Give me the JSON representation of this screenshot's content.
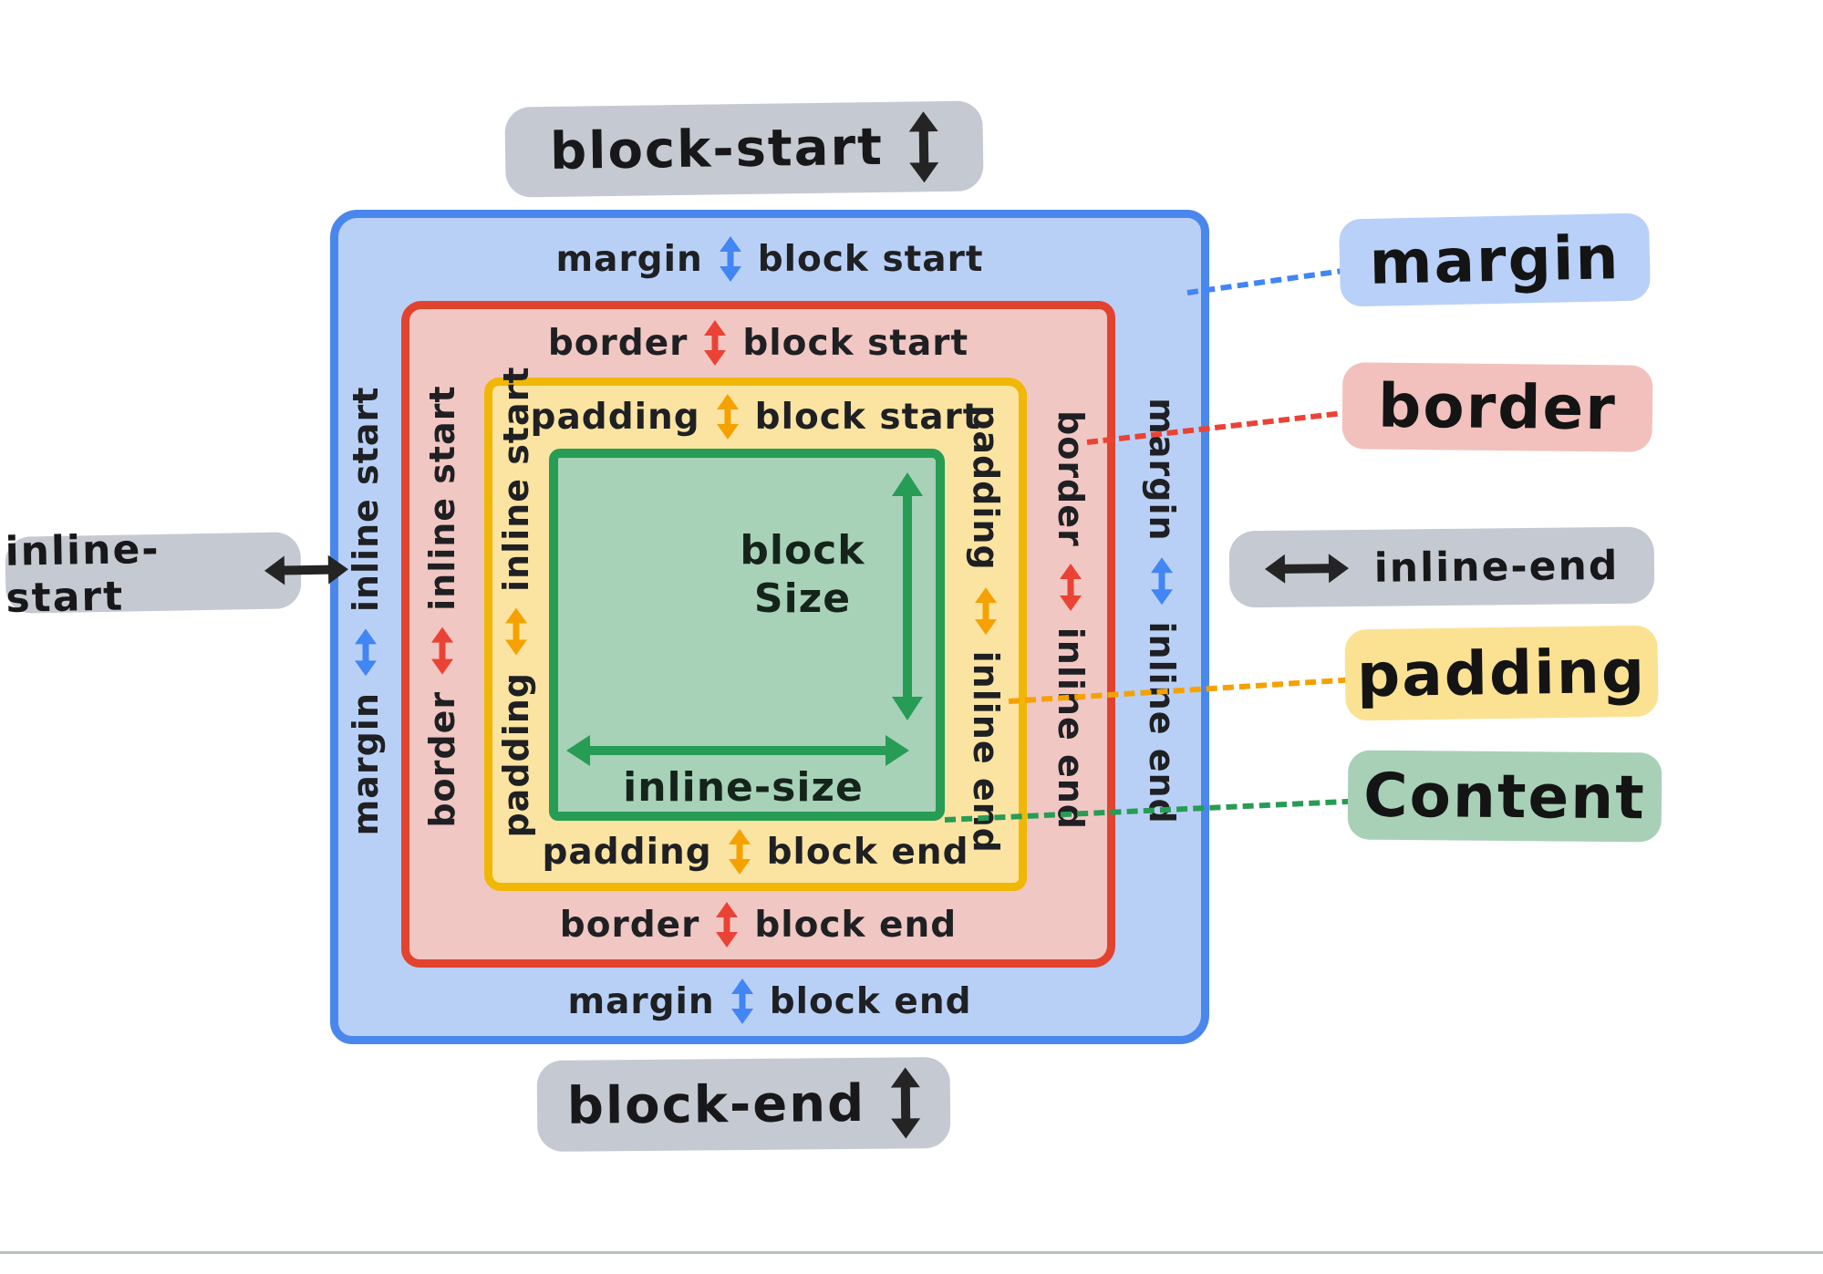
{
  "diagram": {
    "outer_labels": {
      "block_start": "block-start",
      "block_end": "block-end",
      "inline_start": "inline-start",
      "inline_end": "inline-end"
    },
    "legend": {
      "margin": "margin",
      "border": "border",
      "padding": "padding",
      "content": "Content"
    },
    "top_bands": [
      {
        "band": "margin",
        "side": "block start"
      },
      {
        "band": "border",
        "side": "block start"
      },
      {
        "band": "padding",
        "side": "block start"
      }
    ],
    "bottom_bands": [
      {
        "band": "padding",
        "side": "block end"
      },
      {
        "band": "border",
        "side": "block end"
      },
      {
        "band": "margin",
        "side": "block end"
      }
    ],
    "left_bands": [
      {
        "band": "margin",
        "side": "inline start"
      },
      {
        "band": "border",
        "side": "inline start"
      },
      {
        "band": "padding",
        "side": "inline start"
      }
    ],
    "right_bands": [
      {
        "band": "padding",
        "side": "inline end"
      },
      {
        "band": "border",
        "side": "inline end"
      },
      {
        "band": "margin",
        "side": "inline end"
      }
    ],
    "content_box": {
      "block_size_line1": "block",
      "block_size_line2": "Size",
      "inline_size": "inline-size"
    },
    "colors": {
      "margin_stroke": "#4a87ec",
      "margin_fill": "#b9d0f6",
      "border_stroke": "#e2432f",
      "border_fill": "#f1c7c3",
      "padding_stroke": "#f1b705",
      "padding_fill": "#fbe4a2",
      "content_stroke": "#279c55",
      "content_fill": "#a7d2b8",
      "label_pill_gray": "#c5cad2",
      "text": "#1f2023"
    }
  }
}
